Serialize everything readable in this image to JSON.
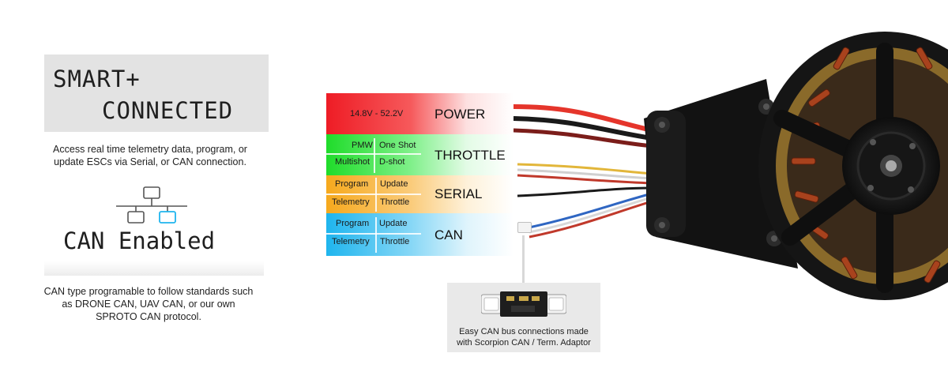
{
  "headline": {
    "line1": "SMART+",
    "line2": "CONNECTED"
  },
  "telemetry_text": [
    "Access real time telemetry data, program, or",
    "update ESCs via Serial, or CAN connection."
  ],
  "can_enabled": "CAN Enabled",
  "can_text": [
    "CAN type programable to follow standards such",
    "as DRONE CAN, UAV CAN, or our own",
    "SPROTO CAN protocol."
  ],
  "wiring": {
    "power": {
      "voltage": "14.8V - 52.2V",
      "label": "POWER"
    },
    "throttle": {
      "cells": [
        "PMW",
        "One Shot",
        "Multishot",
        "D-shot"
      ],
      "label": "THROTTLE"
    },
    "serial": {
      "cells": [
        "Program",
        "Update",
        "Telemetry",
        "Throttle"
      ],
      "label": "SERIAL"
    },
    "can": {
      "cells": [
        "Program",
        "Update",
        "Telemetry",
        "Throttle"
      ],
      "label": "CAN"
    }
  },
  "adaptor": {
    "caption": [
      "Easy CAN bus connections made",
      "with Scorpion CAN / Term. Adaptor"
    ]
  },
  "colors": {
    "power": "#ee1c25",
    "throttle": "#1fdc2a",
    "serial": "#f6a91d",
    "can": "#1fb5ee",
    "network_icon_accent": "#1fb5ee"
  }
}
